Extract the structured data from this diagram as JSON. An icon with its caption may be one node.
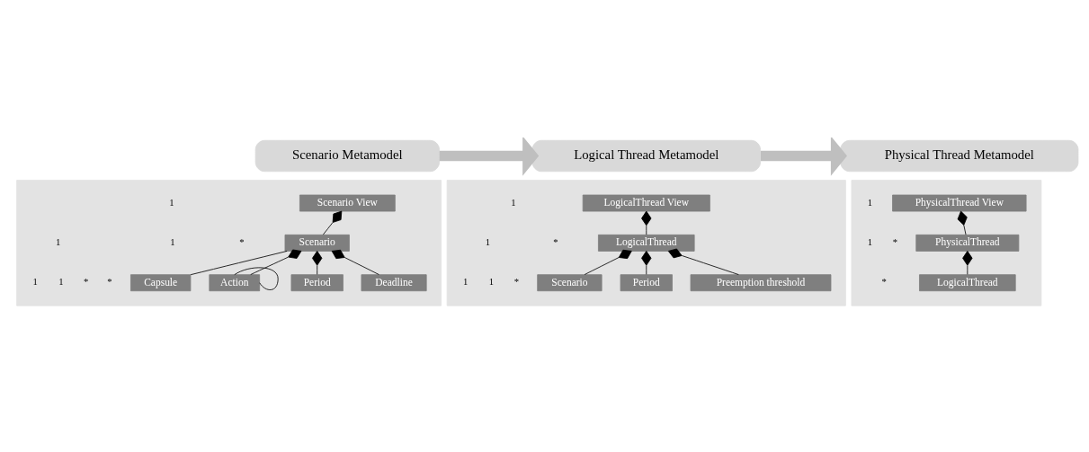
{
  "diagram": {
    "nodes": [
      {
        "text": [
          "Scenario Metamodel"
        ]
      },
      {
        "text": [
          "Logical Thread Metamodel"
        ]
      },
      {
        "text": [
          "Physical Thread Metamodel"
        ]
      },
      {
        "text": [],
        "shape": "box"
      },
      {
        "text": [
          "Scenario View"
        ],
        "in": 3
      },
      {
        "text": [
          "Scenario"
        ],
        "in": 3
      },
      {
        "text": [
          "Capsule"
        ],
        "in": 3
      },
      {
        "text": [
          "Action"
        ],
        "in": 3
      },
      {
        "text": [
          "Period"
        ],
        "in": 3
      },
      {
        "text": [
          "Deadline"
        ],
        "in": 3
      },
      {
        "text": [],
        "shape": "box"
      },
      {
        "text": [
          "LogicalThread View"
        ],
        "in": 10
      },
      {
        "text": [
          "LogicalThread"
        ],
        "in": 10
      },
      {
        "text": [
          "Scenario"
        ],
        "in": 10
      },
      {
        "text": [
          "Period"
        ],
        "in": 10
      },
      {
        "text": [
          "Preemption threshold"
        ],
        "in": 10
      },
      {
        "text": [],
        "shape": "box"
      },
      {
        "text": [
          "PhysicalThread View"
        ],
        "in": 16
      },
      {
        "text": [
          "PhysicalThread"
        ],
        "in": 16
      },
      {
        "text": [
          "LogicalThread"
        ],
        "in": 16
      }
    ],
    "edges": [
      {
        "from": 0,
        "to": 1,
        "arrow": "to",
        "style": "thick",
        "color": "#bfbfbf"
      },
      {
        "from": 1,
        "to": 2,
        "arrow": "to",
        "style": "thick",
        "color": "#bfbfbf"
      },
      {
        "from": 4,
        "to": 5,
        "arrow": "other"
      },
      {
        "from": 5,
        "to": 6,
        "arrow": "none"
      },
      {
        "from": 7,
        "to": 7,
        "arrow": "none"
      },
      {
        "from": 5,
        "to": 7,
        "arrow": "other"
      },
      {
        "from": 5,
        "to": 8,
        "arrow": "other"
      },
      {
        "from": 5,
        "to": 9,
        "arrow": "other"
      },
      {
        "from": 11,
        "to": 12,
        "arrow": "other"
      },
      {
        "from": 12,
        "to": 13,
        "arrow": "other"
      },
      {
        "from": 12,
        "to": 14,
        "arrow": "other"
      },
      {
        "from": 12,
        "to": 15,
        "arrow": "other"
      },
      {
        "from": 17,
        "to": 18,
        "arrow": "other"
      },
      {
        "from": 18,
        "to": 19,
        "arrow": "other"
      }
    ],
    "labels": [
      "1",
      "*",
      "1",
      "*",
      "1",
      "*",
      "1",
      "1",
      "1",
      "*",
      "1",
      "*",
      "1",
      "1",
      "1",
      "*",
      "1",
      "*"
    ]
  }
}
